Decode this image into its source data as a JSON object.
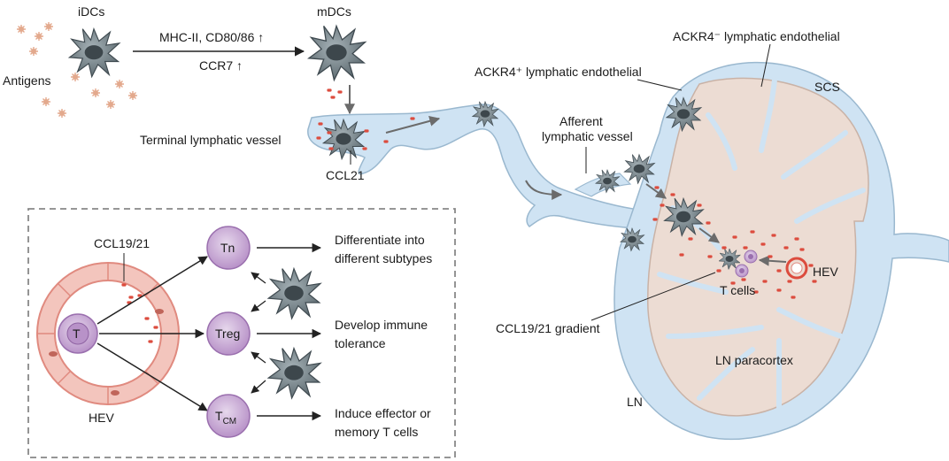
{
  "labels": {
    "idcs": "iDCs",
    "mdcs": "mDCs",
    "antigens": "Antigens",
    "maturation_line1": "MHC-II, CD80/86 ↑",
    "maturation_line2": "CCR7 ↑",
    "terminal_vessel": "Terminal lymphatic vessel",
    "ccl21": "CCL21",
    "ackr4_plus": "ACKR4⁺ lymphatic endothelial",
    "ackr4_minus": "ACKR4⁻ lymphatic endothelial",
    "afferent_line1": "Afferent",
    "afferent_line2": "lymphatic vessel",
    "scs": "SCS",
    "hev_node": "HEV",
    "t_cells": "T cells",
    "gradient": "CCL19/21 gradient",
    "ln_paracortex": "LN paracortex",
    "ln": "LN"
  },
  "inset": {
    "ccl1921": "CCL19/21",
    "t_center": "T",
    "hev": "HEV",
    "tn": "Tn",
    "treg": "Treg",
    "tcm_main": "T",
    "tcm_sub": "CM",
    "outcome1_line1": "Differentiate into",
    "outcome1_line2": "different subtypes",
    "outcome2_line1": "Develop immune",
    "outcome2_line2": "tolerance",
    "outcome3_line1": "Induce effector or",
    "outcome3_line2": "memory T cells"
  },
  "colors": {
    "lymph_fill": "#cfe3f3",
    "lymph_stroke": "#9ab8cf",
    "cortex_fill": "#ecdcd3",
    "cortex_stroke": "#c9b2a6",
    "dc_fill": "#7d8c93",
    "dc_dark": "#4f5b61",
    "chemokine": "#dc4c3e",
    "antigen": "#e3a98d",
    "tcell_outer": "#c8abd3",
    "tcell_inner": "#9a6fae",
    "hev_wall": "#e08a7f",
    "hev_fill": "#f3c5bd",
    "arrow_gray": "#6b6b6b",
    "inset_border": "#888888"
  }
}
